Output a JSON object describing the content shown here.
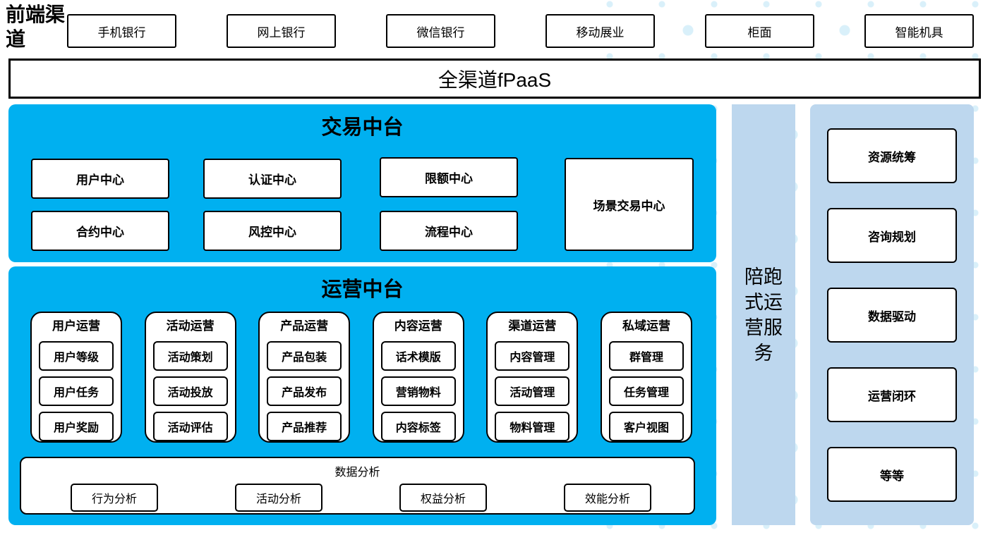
{
  "front_channels": {
    "label": "前端渠道",
    "items": [
      "手机银行",
      "网上银行",
      "微信银行",
      "移动展业",
      "柜面",
      "智能机具"
    ]
  },
  "fpaas": {
    "label": "全渠道fPaaS"
  },
  "trade_platform": {
    "title": "交易中台",
    "boxes_row1": [
      "用户中心",
      "认证中心",
      "限额中心"
    ],
    "boxes_row2": [
      "合约中心",
      "风控中心",
      "流程中心"
    ],
    "tall_box": "场景交易中心"
  },
  "operation_platform": {
    "title": "运营中台",
    "columns": [
      {
        "title": "用户运营",
        "items": [
          "用户等级",
          "用户任务",
          "用户奖励"
        ]
      },
      {
        "title": "活动运营",
        "items": [
          "活动策划",
          "活动投放",
          "活动评估"
        ]
      },
      {
        "title": "产品运营",
        "items": [
          "产品包装",
          "产品发布",
          "产品推荐"
        ]
      },
      {
        "title": "内容运营",
        "items": [
          "话术模版",
          "营销物料",
          "内容标签"
        ]
      },
      {
        "title": "渠道运营",
        "items": [
          "内容管理",
          "活动管理",
          "物料管理"
        ]
      },
      {
        "title": "私域运营",
        "items": [
          "群管理",
          "任务管理",
          "客户视图"
        ]
      }
    ],
    "analysis": {
      "title": "数据分析",
      "items": [
        "行为分析",
        "活动分析",
        "权益分析",
        "效能分析"
      ]
    }
  },
  "side_bar": {
    "label": "陪跑式运营服务"
  },
  "service_panel": {
    "items": [
      "资源统筹",
      "咨询规划",
      "数据驱动",
      "运营闭环",
      "等等"
    ]
  },
  "colors": {
    "platform_blue": "#00B0F0",
    "light_blue": "#BDD7EE",
    "dot_blue": "#D9F0FA",
    "border_black": "#000000"
  }
}
